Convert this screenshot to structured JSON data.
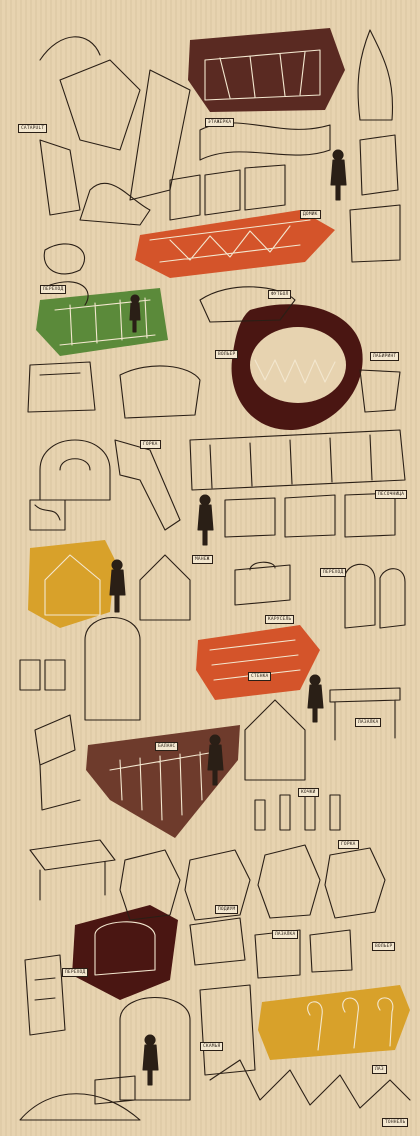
{
  "sheet": {
    "background": "#e7d3b0",
    "ink": "#2a1f16",
    "paper_highlight": "#f3e7cf"
  },
  "accents": {
    "maroon": "#5a2a22",
    "orange": "#d4542a",
    "green": "#5b8a3a",
    "dark_red": "#4a1612",
    "brown": "#6e3b2c",
    "mustard": "#d8a12a"
  },
  "labels": {
    "l1": "CATAPULT",
    "l2": "ЭТАЖЕРКА",
    "l3": "ДОМИК",
    "l4": "ПЕРЕХОД",
    "l5": "ФУТБОЛ",
    "l6": "ВОЛЬЕР",
    "l7": "ЛАБИРИНТ",
    "l8": "ГОРКА",
    "l9": "ПЕСОЧНИЦА",
    "l10": "МАНЕЖ",
    "l11": "КАРУСЕЛЬ",
    "l12": "ПЕРЕХОД",
    "l13": "СТЕНКА",
    "l14": "БАЛАНС",
    "l15": "ЛАЗАЛКА",
    "l16": "КОЧКИ",
    "l17": "ГОРКА",
    "l18": "ПОДИУМ",
    "l19": "ЛАЗАЛКА",
    "l20": "ВОЛЬЕР",
    "l21": "ПЕРЕХОД",
    "l22": "СКАМЬЯ",
    "l23": "ТОННЕЛЬ",
    "l24": "ЛАЗ"
  }
}
